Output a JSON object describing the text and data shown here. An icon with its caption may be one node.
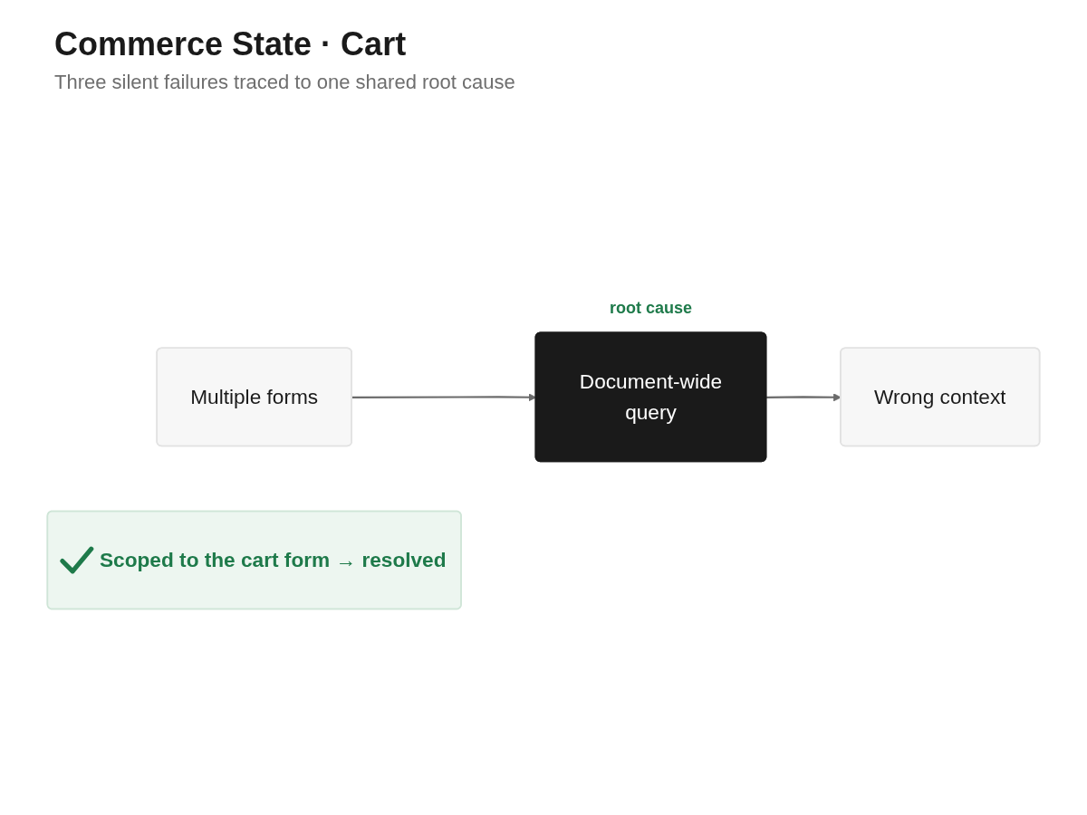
{
  "diagram": {
    "title": "Commerce State · Cart",
    "caption": "Three silent failures traced to one shared root cause",
    "nodes": [
      {
        "text": [
          "Multiple forms"
        ]
      },
      {
        "text": [
          "Document-wide query"
        ],
        "beside": [
          "root cause"
        ]
      },
      {
        "text": [
          "Wrong context"
        ]
      },
      {
        "text": [
          "Scoped to the cart form → resolved"
        ]
      }
    ],
    "edges": [
      {
        "from": 0,
        "to": 1,
        "arrow": "to"
      },
      {
        "from": 1,
        "to": 2,
        "arrow": "to"
      }
    ]
  }
}
